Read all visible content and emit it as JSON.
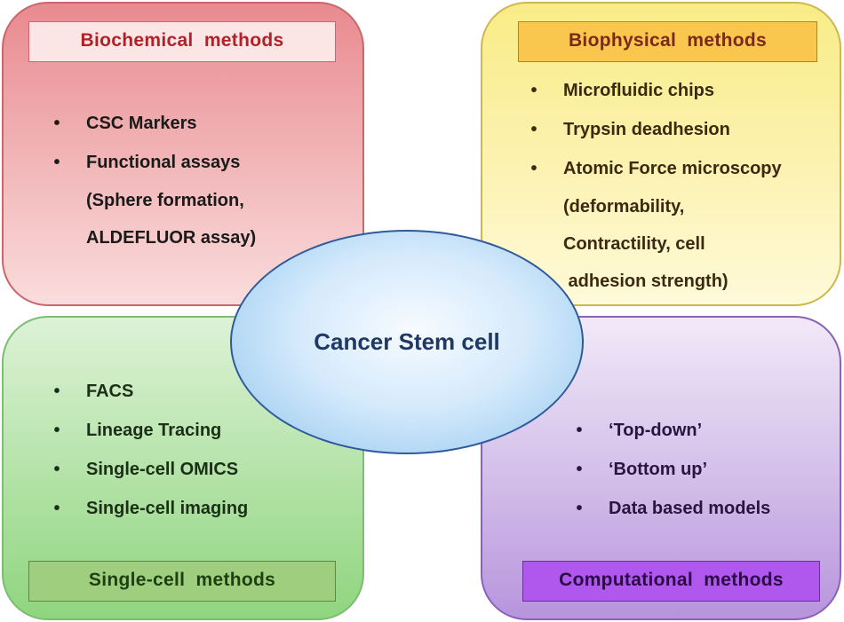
{
  "center": {
    "label": "Cancer Stem cell"
  },
  "quadrants": {
    "biochemical": {
      "title": "Biochemical  methods",
      "items": [
        {
          "text": "CSC Markers",
          "continuation": []
        },
        {
          "text": "Functional assays",
          "continuation": [
            "(Sphere formation,",
            "ALDEFLUOR assay)"
          ]
        }
      ]
    },
    "biophysical": {
      "title": "Biophysical  methods",
      "items": [
        {
          "text": "Microfluidic chips",
          "continuation": []
        },
        {
          "text": "Trypsin deadhesion",
          "continuation": []
        },
        {
          "text": "Atomic Force microscopy",
          "continuation": [
            "(deformability,",
            "Contractility, cell",
            " adhesion strength)"
          ]
        }
      ]
    },
    "single_cell": {
      "title": "Single-cell  methods",
      "items": [
        {
          "text": "FACS",
          "continuation": []
        },
        {
          "text": "Lineage Tracing",
          "continuation": []
        },
        {
          "text": "Single-cell OMICS",
          "continuation": []
        },
        {
          "text": "Single-cell imaging",
          "continuation": []
        }
      ]
    },
    "computational": {
      "title": "Computational  methods",
      "items": [
        {
          "text": "‘Top-down’",
          "continuation": []
        },
        {
          "text": "‘Bottom up’",
          "continuation": []
        },
        {
          "text": "Data based models",
          "continuation": []
        }
      ]
    }
  },
  "colors": {
    "biochemical_title": "#b22128",
    "biophysical_title": "#7a2a1a",
    "single_cell_title": "#1e3f12",
    "computational_title": "#2a0b45",
    "center_text": "#1f3864"
  },
  "bullet_glyph": "•"
}
